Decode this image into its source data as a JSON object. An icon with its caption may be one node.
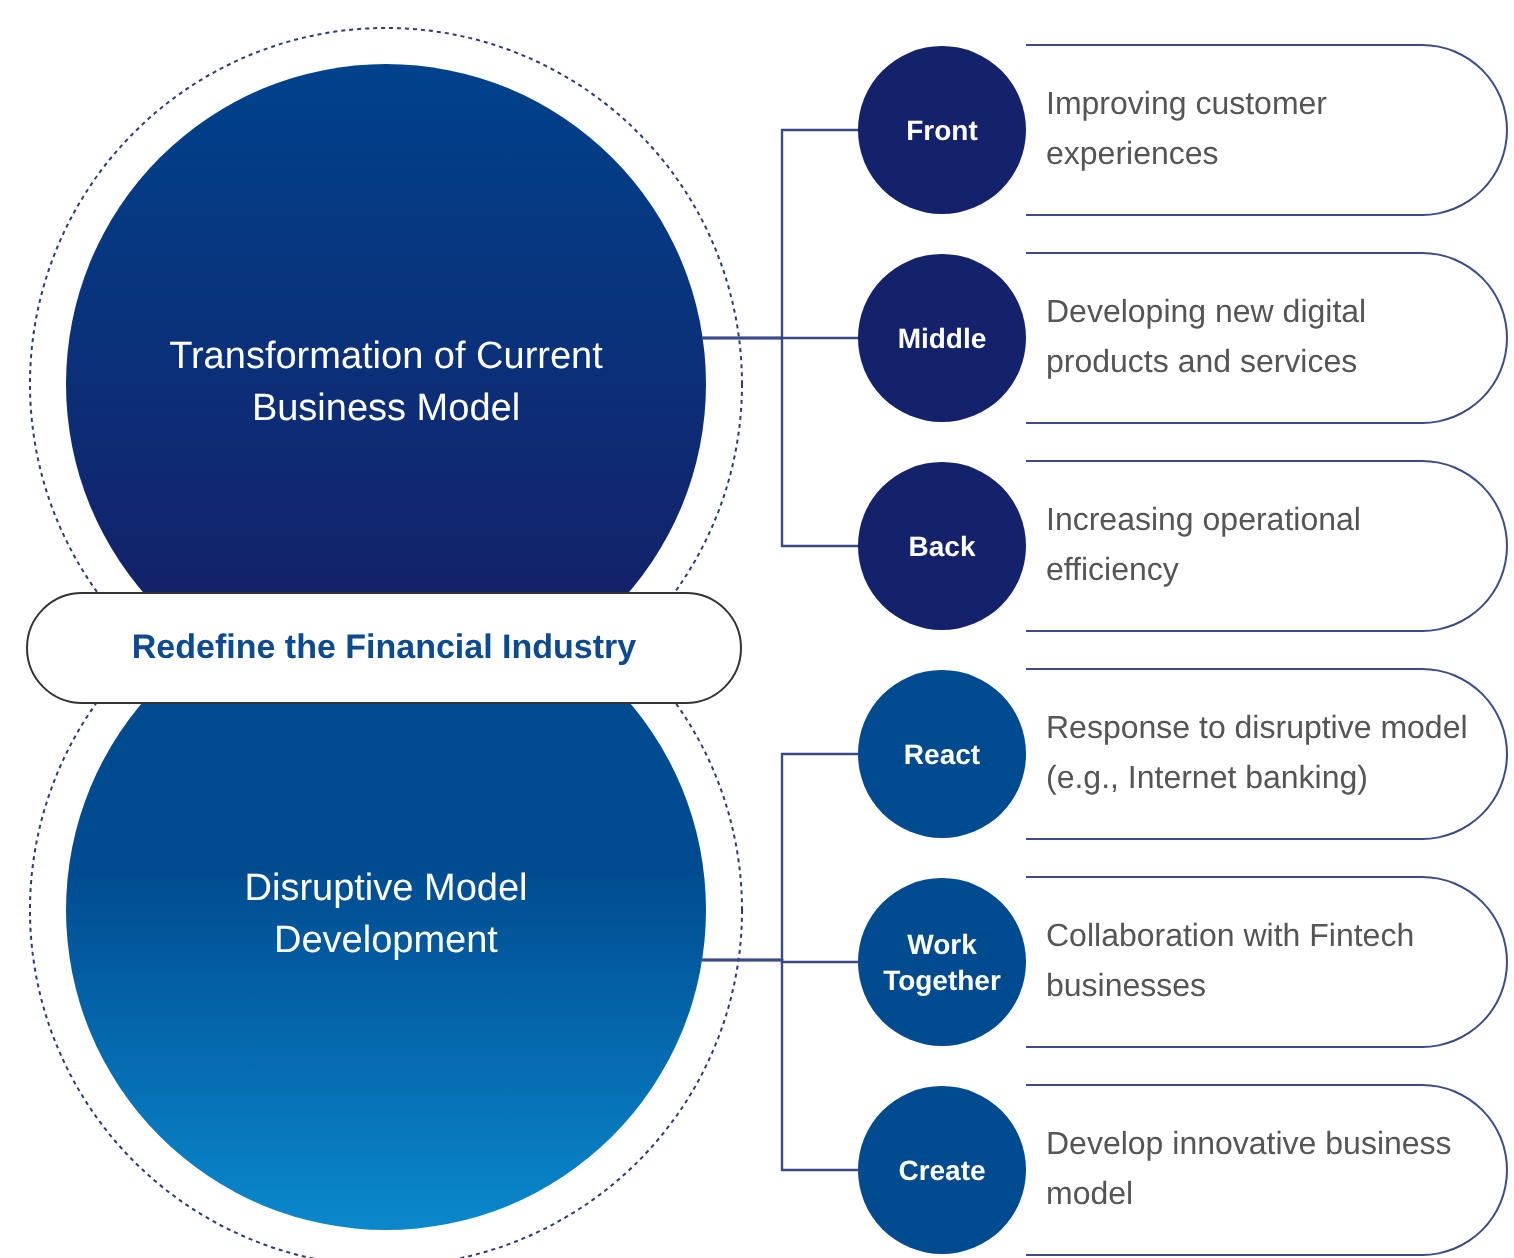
{
  "diagram": {
    "nodes": [
      {
        "text": [
          "Transformation of Current Business Model"
        ]
      },
      {
        "text": [
          "Disruptive Model Development"
        ]
      },
      {
        "text": [
          "Redefine the Financial Industry"
        ]
      },
      {
        "text": [
          "Front"
        ]
      },
      {
        "text": [
          "Improving customer experiences"
        ]
      },
      {
        "text": [
          "Middle"
        ]
      },
      {
        "text": [
          "Developing new digital products and services"
        ]
      },
      {
        "text": [
          "Back"
        ]
      },
      {
        "text": [
          "Increasing operational efficiency"
        ]
      },
      {
        "text": [
          "React"
        ]
      },
      {
        "text": [
          "Response to disruptive model (e.g., Internet banking)"
        ]
      },
      {
        "text": [
          "Work Together"
        ]
      },
      {
        "text": [
          "Collaboration with Fintech businesses"
        ]
      },
      {
        "text": [
          "Create"
        ]
      },
      {
        "text": [
          "Develop innovative business model"
        ]
      }
    ],
    "edges": [
      {
        "from": 0,
        "to": 3,
        "arrow": "none"
      },
      {
        "from": 0,
        "to": 5,
        "arrow": "none"
      },
      {
        "from": 0,
        "to": 7,
        "arrow": "none"
      },
      {
        "from": 1,
        "to": 9,
        "arrow": "none"
      },
      {
        "from": 1,
        "to": 11,
        "arrow": "none"
      },
      {
        "from": 1,
        "to": 13,
        "arrow": "none"
      }
    ]
  }
}
